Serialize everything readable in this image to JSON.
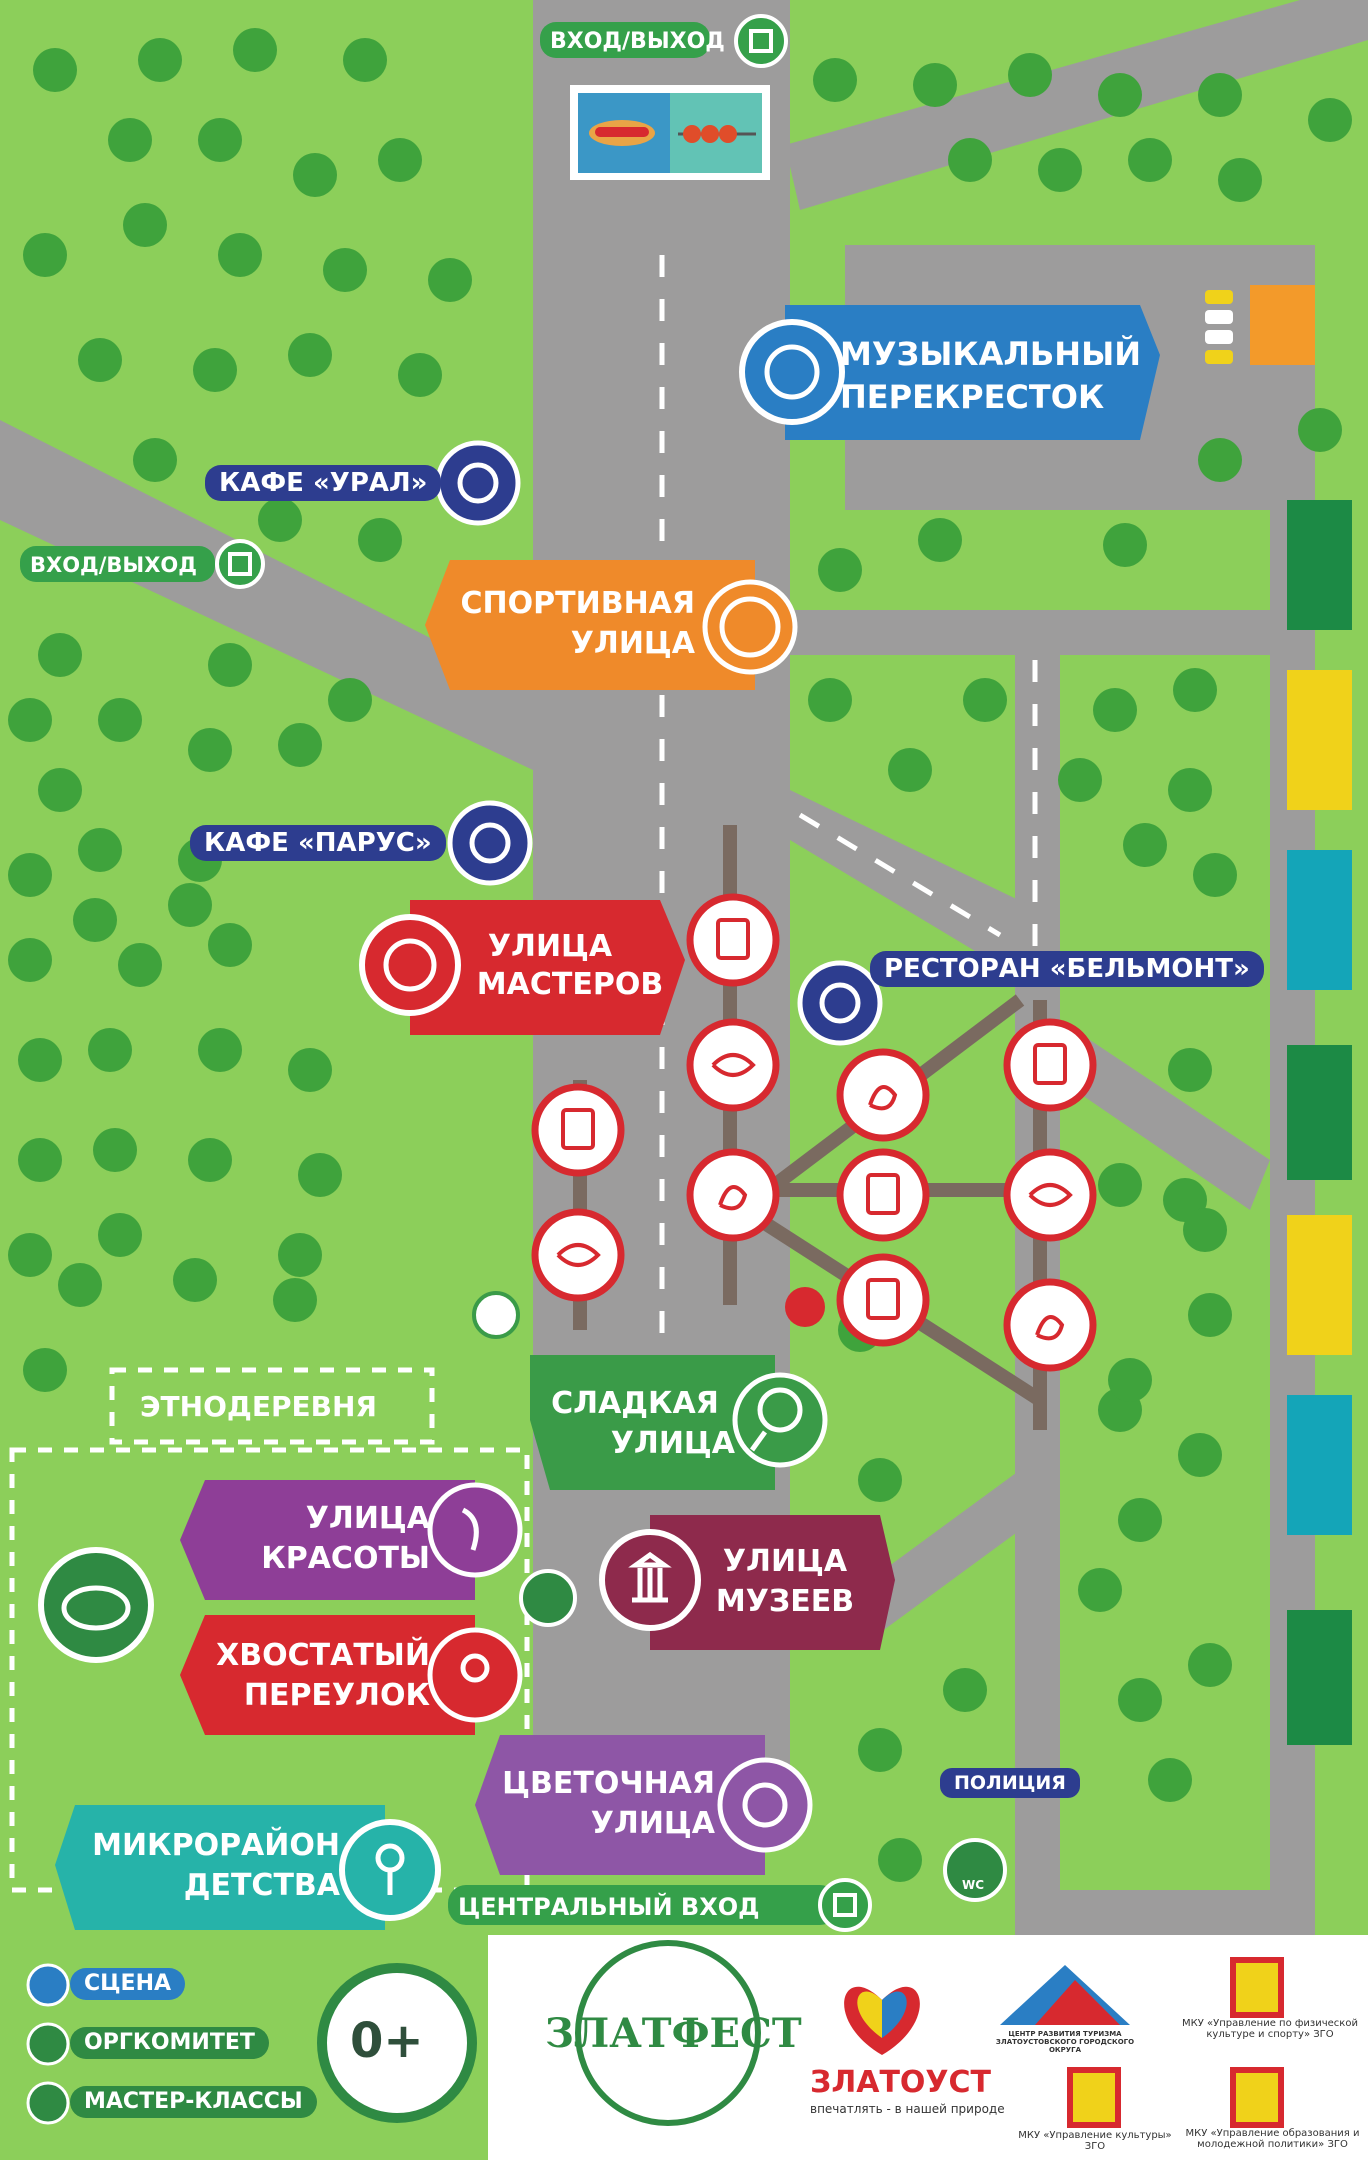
{
  "map": {
    "entrances": {
      "top": "ВХОД/ВЫХОД",
      "left": "ВХОД/ВЫХОД",
      "central": "ЦЕНТРАЛЬНЫЙ ВХОД"
    },
    "zones": {
      "music": [
        "МУЗЫКАЛЬНЫЙ",
        "ПЕРЕКРЕСТОК"
      ],
      "cafe_ural": "КАФЕ «УРАЛ»",
      "sport": [
        "СПОРТИВНАЯ",
        "УЛИЦА"
      ],
      "cafe_parus": "КАФЕ «ПАРУС»",
      "masters": [
        "УЛИЦА",
        "МАСТЕРОВ"
      ],
      "belmont": "РЕСТОРАН «БЕЛЬМОНТ»",
      "ethno": "ЭТНОДЕРЕВНЯ",
      "sweet": [
        "СЛАДКАЯ",
        "УЛИЦА"
      ],
      "beauty": [
        "УЛИЦА",
        "КРАСОТЫ"
      ],
      "museums": [
        "УЛИЦА",
        "МУЗЕЕВ"
      ],
      "tail": [
        "ХВОСТАТЫЙ",
        "ПЕРЕУЛОК"
      ],
      "flower": [
        "ЦВЕТОЧНАЯ",
        "УЛИЦА"
      ],
      "children": [
        "МИКРОРАЙОН",
        "ДЕТСТВА"
      ],
      "police": "ПОЛИЦИЯ",
      "wc": "WC"
    },
    "colors": {
      "grass": "#8ccf5a",
      "road": "#9d9c9c",
      "music": "#2a7ec4",
      "cafe": "#2d3d8f",
      "sport": "#ef8a2a",
      "masters": "#d7292f",
      "sweet": "#3a9b48",
      "beauty": "#8e3e97",
      "museums": "#8e2a4c",
      "tail": "#d7292f",
      "flower": "#8e56a6",
      "children": "#26b3a9",
      "entrance": "#35a04a"
    }
  },
  "legend": {
    "items": [
      "СЦЕНА",
      "ОРГКОМИТЕТ",
      "МАСТЕР-КЛАССЫ"
    ],
    "age": "0+"
  },
  "footer": {
    "logo": "ЗЛАТФЕСТ",
    "city": "ЗЛАТОУСТ",
    "city_slogan": "впечатлять - в нашей природе",
    "tourism_center": "ЦЕНТР РАЗВИТИЯ ТУРИЗМА ЗЛАТОУСТОВСКОГО ГОРОДСКОГО ОКРУГА",
    "sport_dept": "МКУ «Управление по физической культуре и спорту» ЗГО",
    "culture_dept": "МКУ «Управление культуры» ЗГО",
    "education_dept": "МКУ «Управление образования и молодежной политики» ЗГО"
  }
}
